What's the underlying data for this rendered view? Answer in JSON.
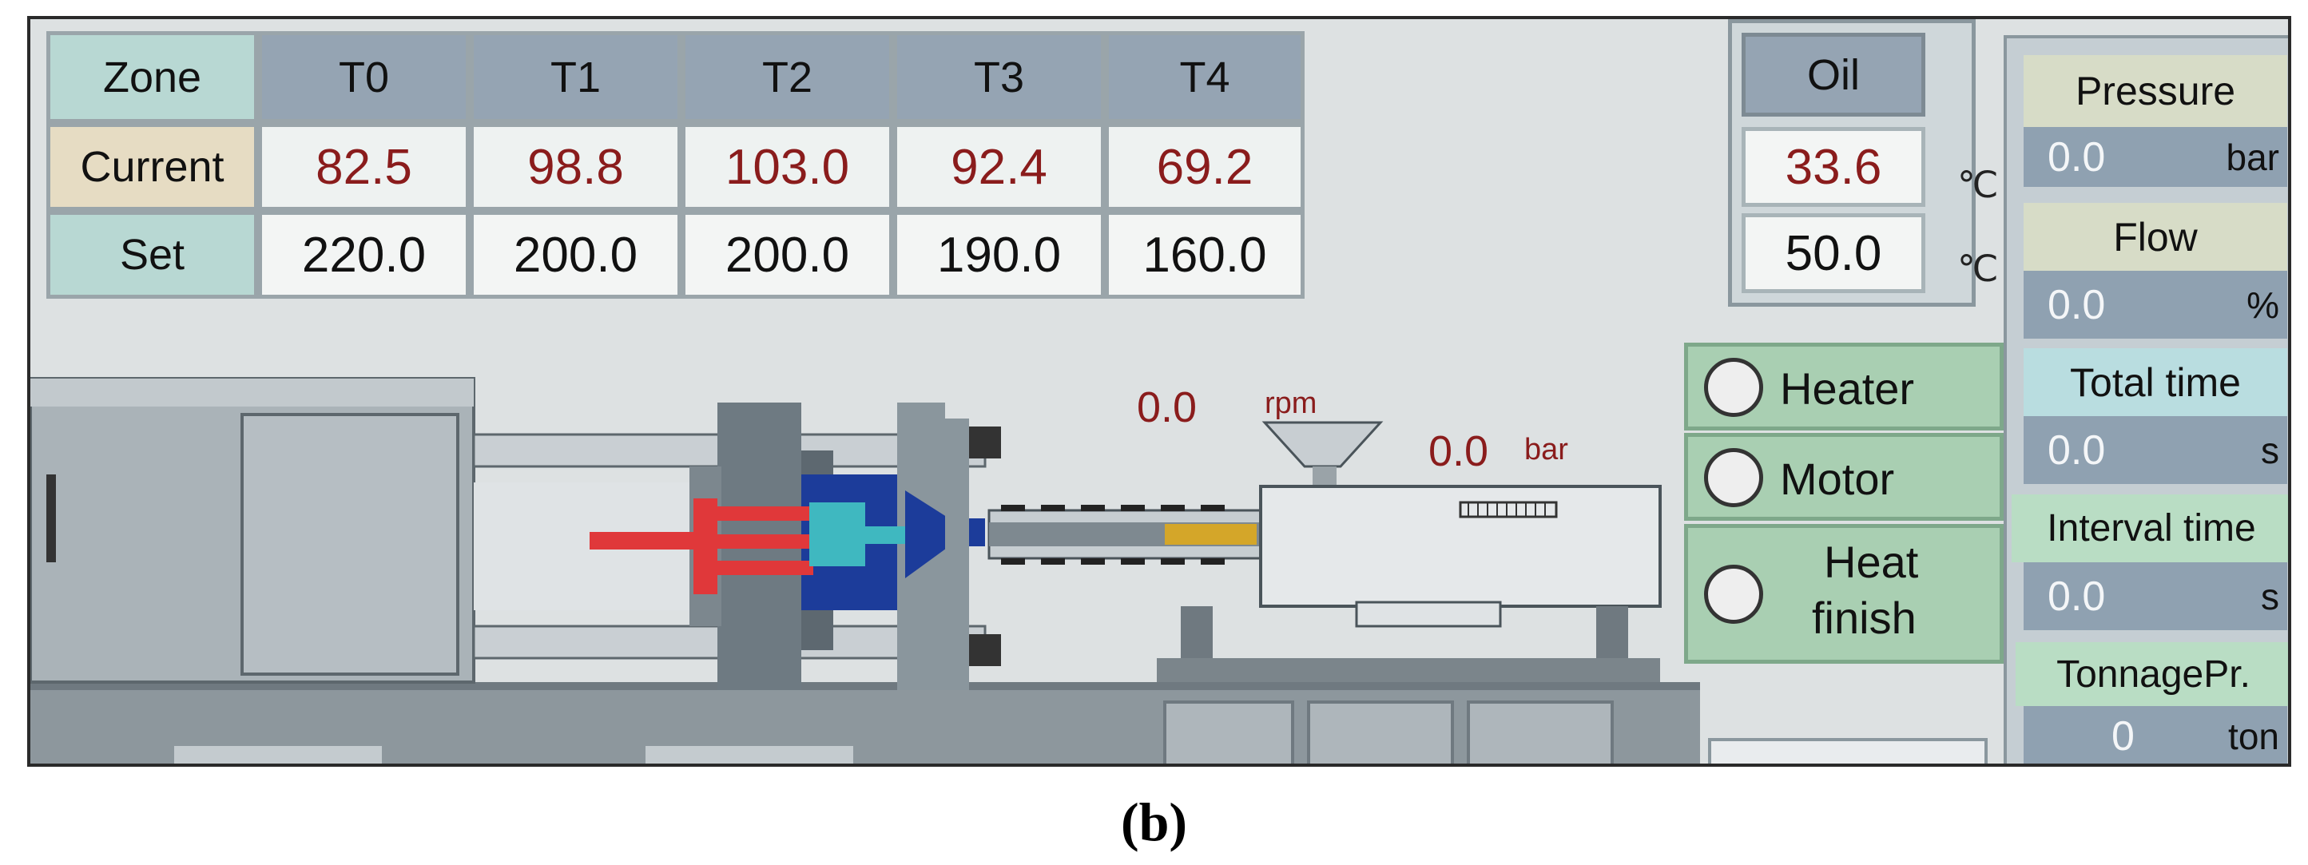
{
  "table": {
    "zone_label": "Zone",
    "headers": [
      "T0",
      "T1",
      "T2",
      "T3",
      "T4"
    ],
    "current_label": "Current",
    "current": [
      "82.5",
      "98.8",
      "103.0",
      "92.4",
      "69.2"
    ],
    "set_label": "Set",
    "set": [
      "220.0",
      "200.0",
      "200.0",
      "190.0",
      "160.0"
    ]
  },
  "oil": {
    "title": "Oil",
    "current": "33.6",
    "set": "50.0",
    "unit": "℃"
  },
  "machine": {
    "screw_speed": "0.0",
    "screw_speed_unit": "rpm",
    "barrel_pressure": "0.0",
    "barrel_pressure_unit": "bar"
  },
  "indicators": {
    "heater": "Heater",
    "motor": "Motor",
    "heat_finish_line1": "Heat",
    "heat_finish_line2": "finish"
  },
  "readings": {
    "pressure": {
      "title": "Pressure",
      "value": "0.0",
      "unit": "bar"
    },
    "flow": {
      "title": "Flow",
      "value": "0.0",
      "unit": "%"
    },
    "total_time": {
      "title": "Total time",
      "value": "0.0",
      "unit": "s"
    },
    "interval_time": {
      "title": "Interval time",
      "value": "0.0",
      "unit": "s"
    },
    "tonnage": {
      "title": "TonnagePr.",
      "value": "0",
      "unit": "ton"
    }
  },
  "caption": "(b)",
  "colors": {
    "screen_bg": "#dde1e2",
    "header_blue": "#95a4b3",
    "current_value_red": "#8a1c1c",
    "button_green": "#a9cfb2",
    "mold_red": "#e0383a",
    "mold_cyan": "#3fb8c0",
    "platen_blue": "#1c3c9a"
  }
}
